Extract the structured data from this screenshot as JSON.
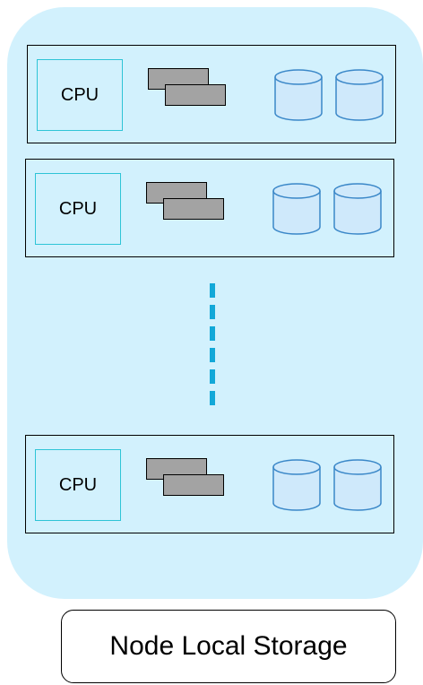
{
  "diagram": {
    "nodes": [
      {
        "cpu_label": "CPU"
      },
      {
        "cpu_label": "CPU"
      },
      {
        "cpu_label": "CPU"
      }
    ],
    "caption": "Node Local Storage",
    "colors": {
      "panel": "#d2f1fd",
      "cpu_border": "#2ec4d6",
      "memory_chip": "#a3a3a3",
      "disk_fill": "#cfe9fb",
      "disk_stroke": "#3a87c8",
      "dashed_line": "#12a8d8"
    }
  }
}
